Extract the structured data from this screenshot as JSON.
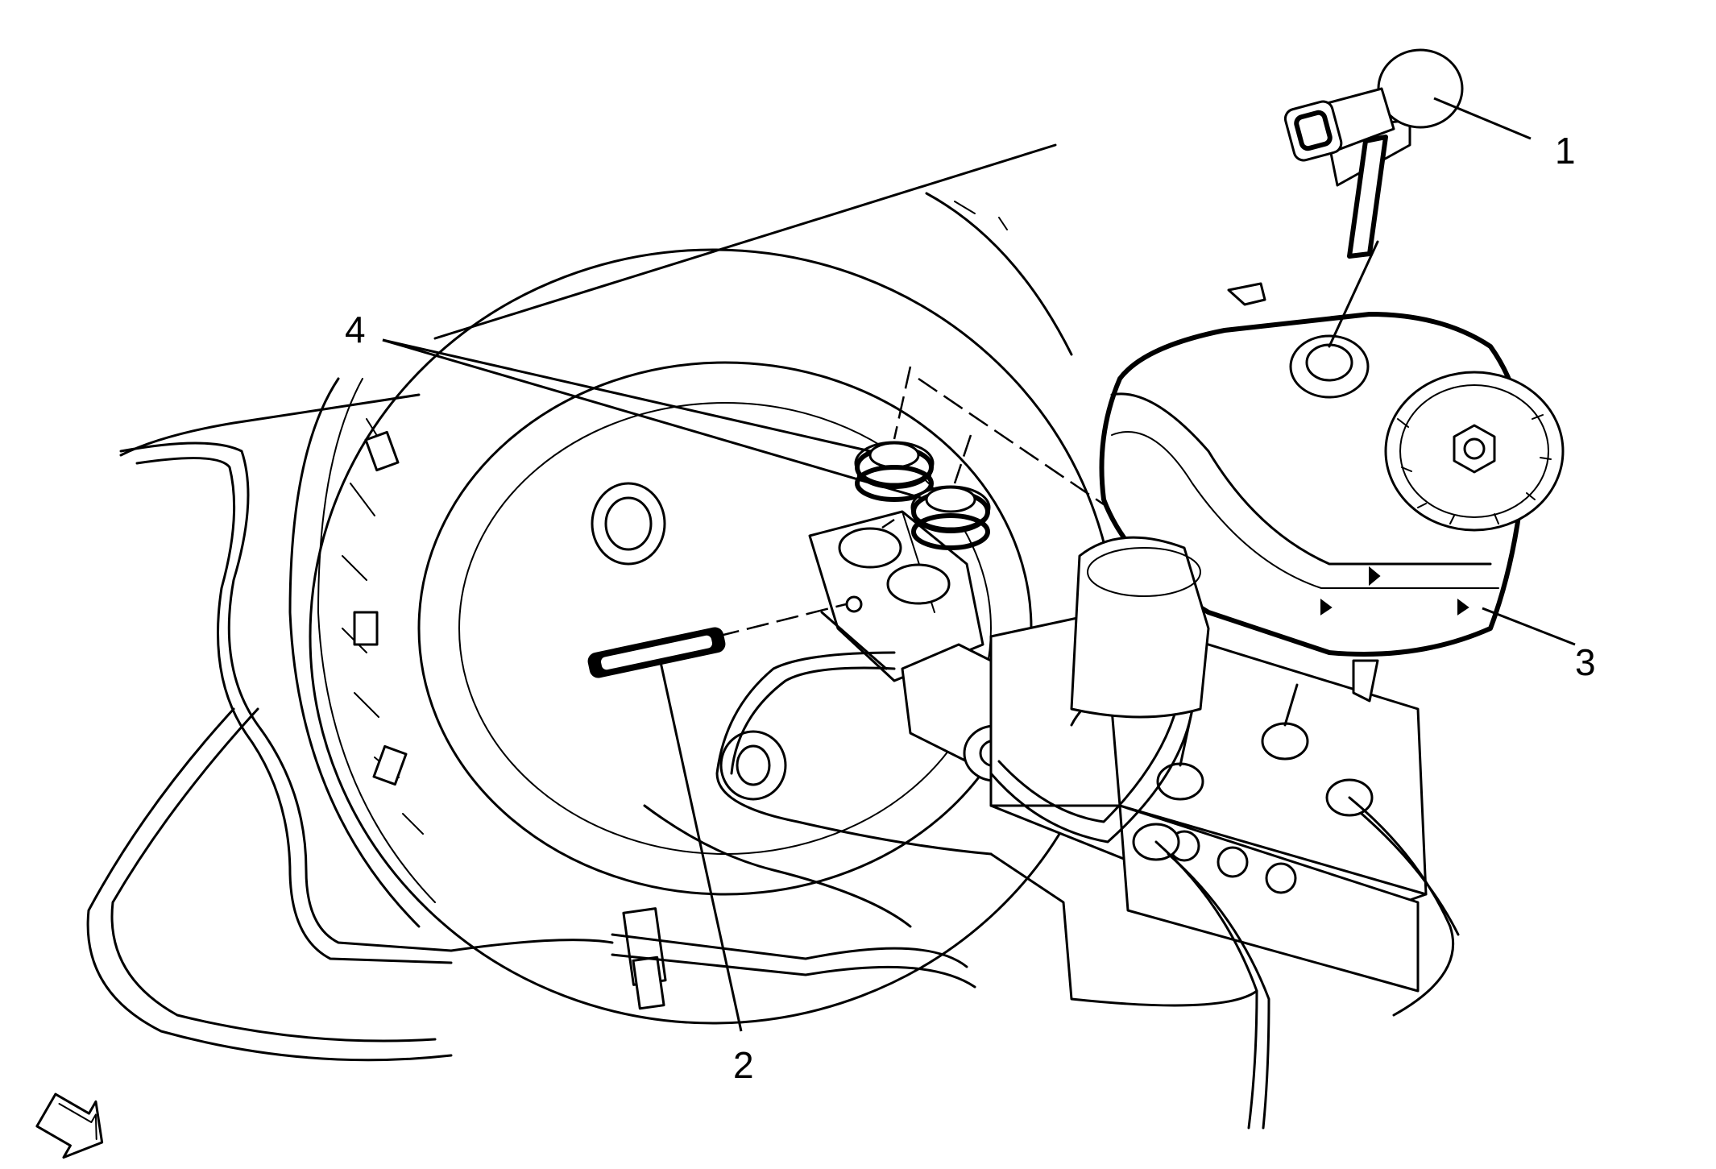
{
  "callouts": {
    "c1": "1",
    "c2": "2",
    "c3": "3",
    "c4": "4"
  },
  "icons": {
    "view_arrow": "arrow-icon"
  }
}
